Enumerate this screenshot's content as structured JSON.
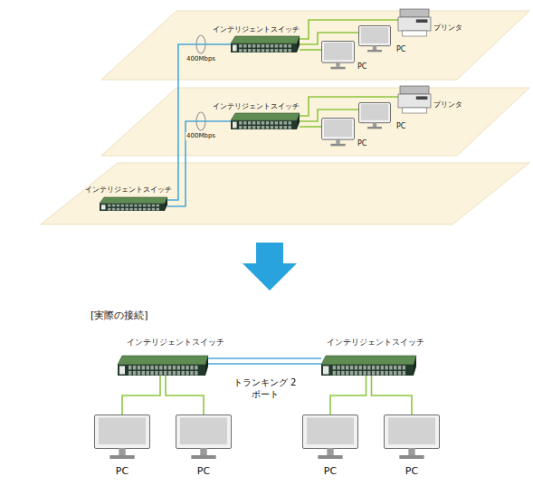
{
  "diagram": {
    "nodes": [
      {
        "text": [
          "インテリジェントスイッチ"
        ]
      },
      {
        "text": [
          "プリンタ"
        ]
      },
      {
        "text": [
          "PC"
        ]
      },
      {
        "text": [
          "PC"
        ]
      },
      {
        "text": [
          "インテリジェントスイッチ"
        ]
      },
      {
        "text": [
          "プリンタ"
        ]
      },
      {
        "text": [
          "PC"
        ]
      },
      {
        "text": [
          "PC"
        ]
      },
      {
        "text": [
          "インテリジェントスイッチ"
        ]
      },
      {
        "text": [
          "インテリジェントスイッチ"
        ]
      },
      {
        "text": [
          "インテリジェントスイッチ"
        ]
      },
      {
        "text": [
          "PC"
        ]
      },
      {
        "text": [
          "PC"
        ]
      },
      {
        "text": [
          "PC"
        ]
      },
      {
        "text": [
          "PC"
        ]
      }
    ],
    "edges": [
      {
        "from": 0,
        "to": 1,
        "arrow": "none"
      },
      {
        "from": 0,
        "to": 2,
        "arrow": "none"
      },
      {
        "from": 0,
        "to": 3,
        "arrow": "none"
      },
      {
        "from": 4,
        "to": 5,
        "arrow": "none"
      },
      {
        "from": 4,
        "to": 6,
        "arrow": "none"
      },
      {
        "from": 4,
        "to": 7,
        "arrow": "none"
      },
      {
        "from": 8,
        "to": 0,
        "label": "400Mbps",
        "arrow": "none"
      },
      {
        "from": 8,
        "to": 4,
        "label": "400Mbps",
        "arrow": "none"
      },
      {
        "from": 9,
        "to": 10,
        "label": "トランキング 2ポート",
        "arrow": "none"
      },
      {
        "from": 9,
        "to": 11,
        "arrow": "none"
      },
      {
        "from": 9,
        "to": 12,
        "arrow": "none"
      },
      {
        "from": 10,
        "to": 13,
        "arrow": "none"
      },
      {
        "from": 10,
        "to": 14,
        "arrow": "none"
      }
    ],
    "labels": [
      "[実際の接続]"
    ]
  }
}
